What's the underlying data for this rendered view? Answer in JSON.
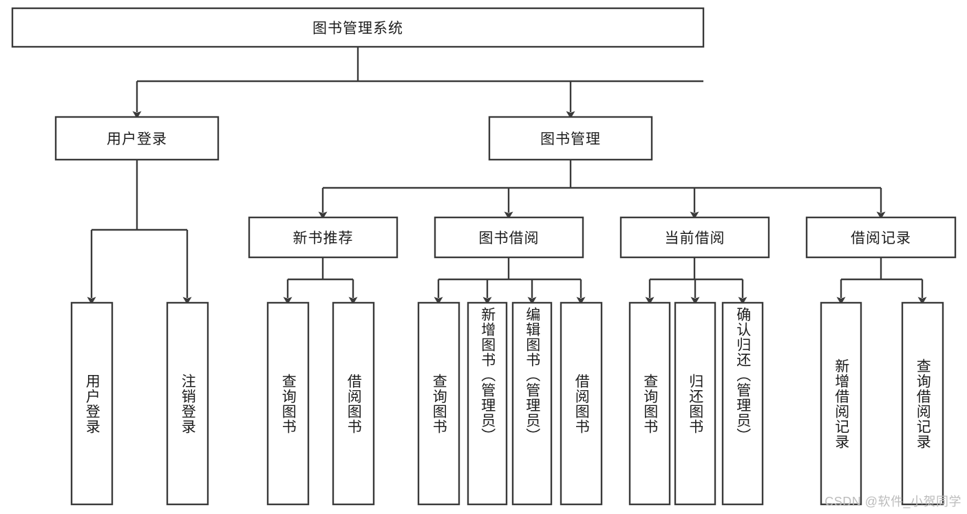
{
  "diagram": {
    "type": "tree",
    "title": "图书管理系统",
    "watermark": "CSDN @软件_小贺同学",
    "colors": {
      "stroke": "#3a3a3a",
      "fill": "#ffffff",
      "text": "#1c1c1c",
      "watermark": "#bcbcbc"
    },
    "root": {
      "label": "图书管理系统"
    },
    "level2": [
      {
        "label": "用户登录"
      },
      {
        "label": "图书管理"
      }
    ],
    "level3": [
      {
        "label": "新书推荐"
      },
      {
        "label": "图书借阅"
      },
      {
        "label": "当前借阅"
      },
      {
        "label": "借阅记录"
      }
    ],
    "leaves": {
      "user_login": [
        {
          "label": "用户登录"
        },
        {
          "label": "注销登录"
        }
      ],
      "new_book_recommend": [
        {
          "label": "查询图书"
        },
        {
          "label": "借阅图书"
        }
      ],
      "book_borrow": [
        {
          "label": "查询图书"
        },
        {
          "label": "新增图书（管理员）"
        },
        {
          "label": "编辑图书（管理员）"
        },
        {
          "label": "借阅图书"
        }
      ],
      "current_borrow": [
        {
          "label": "查询图书"
        },
        {
          "label": "归还图书"
        },
        {
          "label": "确认归还（管理员）"
        }
      ],
      "borrow_record": [
        {
          "label": "新增借阅记录"
        },
        {
          "label": "查询借阅记录"
        }
      ]
    }
  }
}
